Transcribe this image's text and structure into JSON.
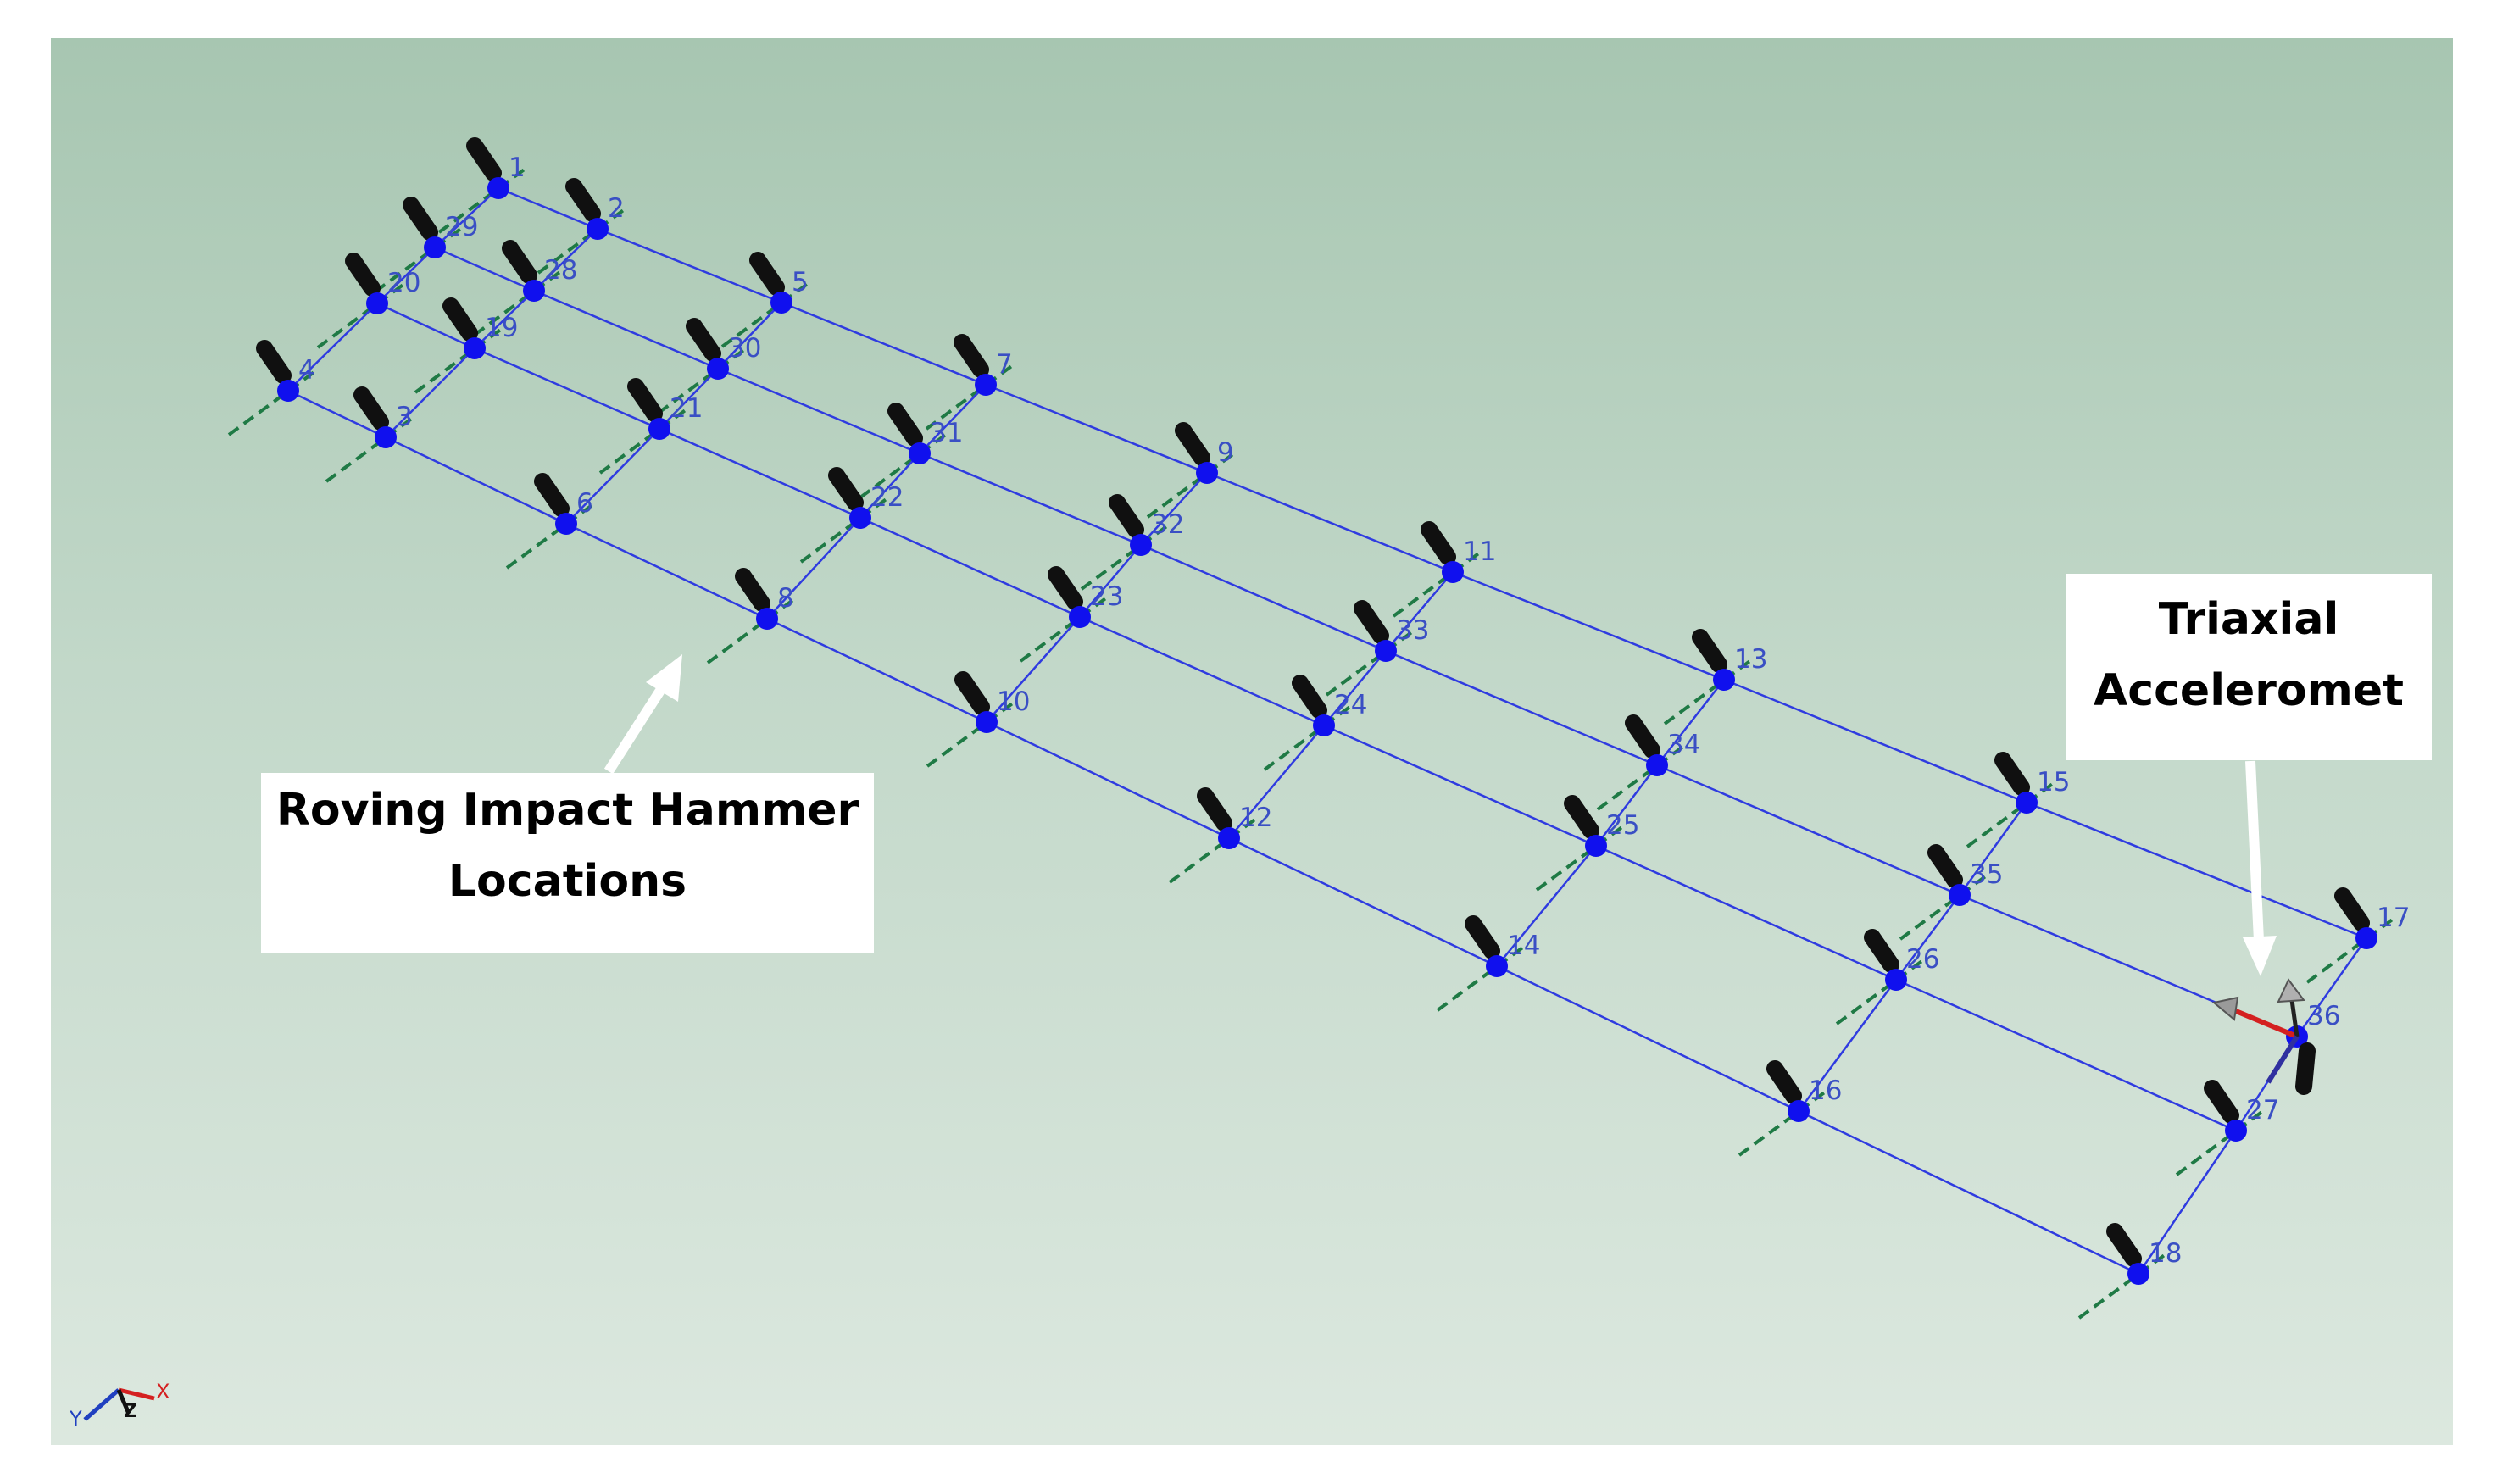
{
  "colors": {
    "background_top": "#a7c6b1",
    "background_bottom": "#dce8df",
    "wire": "#2f3be0",
    "node": "#1010ee",
    "hammer": "#101010",
    "hammer_axis": "#1f7a45",
    "accel_x": "#d42020",
    "accel_y": "#3030a0",
    "callout_bg": "#ffffff",
    "callout_text": "#000000"
  },
  "nodes": [
    {
      "id": "1",
      "label": "1"
    },
    {
      "id": "2",
      "label": "2"
    },
    {
      "id": "3",
      "label": "3"
    },
    {
      "id": "4",
      "label": "4"
    },
    {
      "id": "5",
      "label": "5"
    },
    {
      "id": "6",
      "label": "6"
    },
    {
      "id": "7",
      "label": "7"
    },
    {
      "id": "8",
      "label": "8"
    },
    {
      "id": "9",
      "label": "9"
    },
    {
      "id": "10",
      "label": "10"
    },
    {
      "id": "11",
      "label": "11"
    },
    {
      "id": "12",
      "label": "12"
    },
    {
      "id": "13",
      "label": "13"
    },
    {
      "id": "14",
      "label": "14"
    },
    {
      "id": "15",
      "label": "15"
    },
    {
      "id": "16",
      "label": "16"
    },
    {
      "id": "17",
      "label": "17"
    },
    {
      "id": "18",
      "label": "18"
    },
    {
      "id": "19",
      "label": "19"
    },
    {
      "id": "20",
      "label": "20"
    },
    {
      "id": "21",
      "label": "21"
    },
    {
      "id": "22",
      "label": "22"
    },
    {
      "id": "23",
      "label": "23"
    },
    {
      "id": "24",
      "label": "24"
    },
    {
      "id": "25",
      "label": "25"
    },
    {
      "id": "26",
      "label": "26"
    },
    {
      "id": "27",
      "label": "27"
    },
    {
      "id": "28",
      "label": "28"
    },
    {
      "id": "29",
      "label": "29"
    },
    {
      "id": "30",
      "label": "30"
    },
    {
      "id": "31",
      "label": "31"
    },
    {
      "id": "32",
      "label": "32"
    },
    {
      "id": "33",
      "label": "33"
    },
    {
      "id": "34",
      "label": "34"
    },
    {
      "id": "35",
      "label": "35"
    },
    {
      "id": "36",
      "label": "36"
    }
  ],
  "accelerometer_node": "36",
  "callouts": {
    "hammer": {
      "line1": "Roving Impact Hammer",
      "line2": "Locations"
    },
    "accelerometer": {
      "line1": "Triaxial",
      "line2": "Acceleromet"
    }
  },
  "triad": {
    "x_label": "X",
    "y_label": "Y",
    "z_label": "Z"
  }
}
